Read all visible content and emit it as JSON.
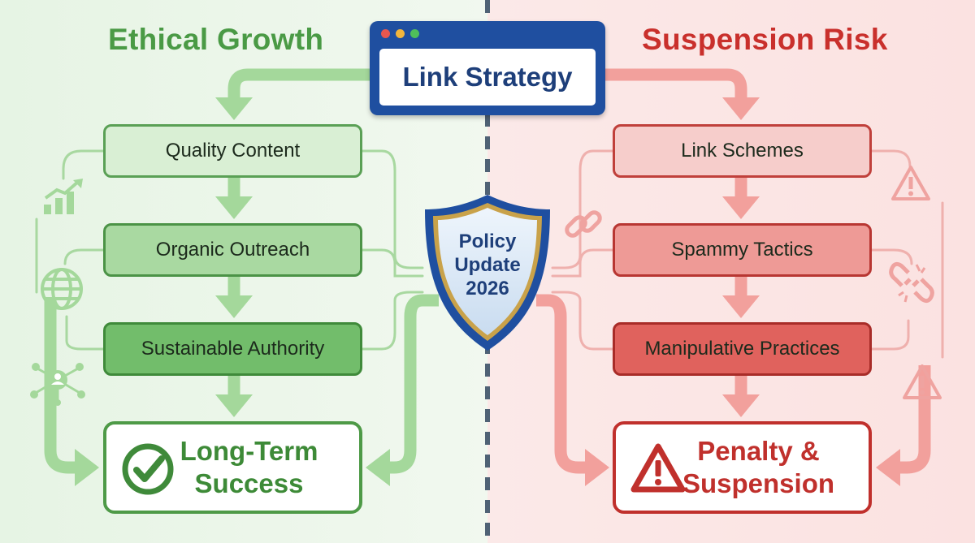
{
  "title": "Link Strategy",
  "left": {
    "heading": "Ethical Growth",
    "steps": [
      "Quality Content",
      "Organic Outreach",
      "Sustainable Authority"
    ],
    "outcome": [
      "Long-Term",
      "Success"
    ],
    "icons": [
      "growth-chart-icon",
      "globe-icon",
      "network-user-icon",
      "checkmark-icon"
    ]
  },
  "right": {
    "heading": "Suspension Risk",
    "steps": [
      "Link Schemes",
      "Spammy Tactics",
      "Manipulative Practices"
    ],
    "outcome": [
      "Penalty &",
      "Suspension"
    ],
    "icons": [
      "warning-icon",
      "chain-link-icon",
      "broken-link-icon",
      "warning-icon"
    ]
  },
  "center": {
    "badge": [
      "Policy",
      "Update",
      "2026"
    ]
  },
  "colors": {
    "green": "#4e9a47",
    "red": "#c0302c",
    "blue": "#1f4fa0"
  }
}
